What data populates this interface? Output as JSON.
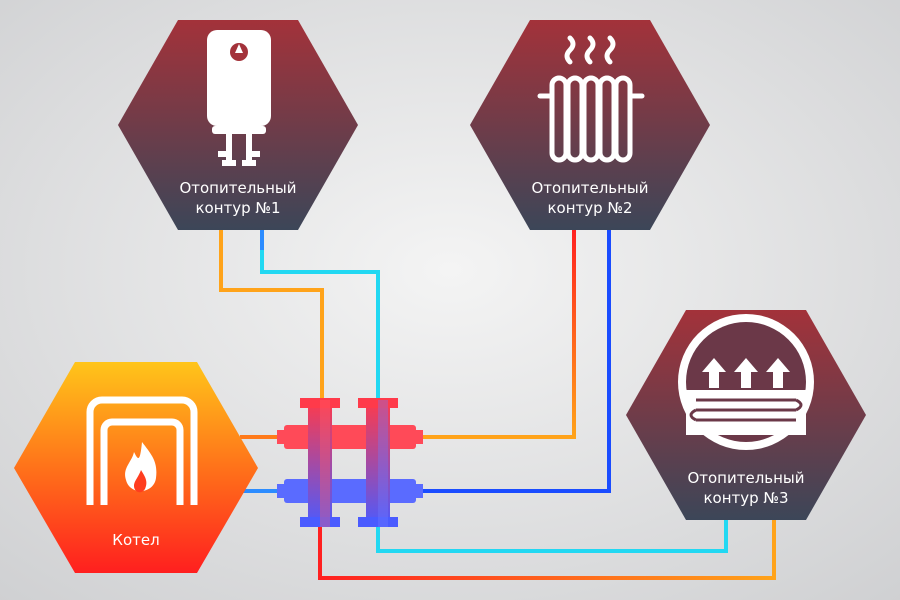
{
  "nodes": {
    "circuit1": {
      "line1": "Отопительный",
      "line2": "контур  №1",
      "icon": "water-heater-icon"
    },
    "circuit2": {
      "line1": "Отопительный",
      "line2": "контур  №2",
      "icon": "radiator-icon"
    },
    "circuit3": {
      "line1": "Отопительный",
      "line2": "контур  №3",
      "icon": "floor-heating-icon"
    },
    "boiler": {
      "label": "Котел",
      "icon": "boiler-flame-icon"
    }
  },
  "colors": {
    "hex_top": "#a3323a",
    "hex_bottom": "#3c4658",
    "boiler_top": "#ffc51a",
    "boiler_bottom": "#ff1f1f",
    "pipe_hot": "#ff2a2a",
    "pipe_warm": "#ffa31a",
    "pipe_cold": "#1a55ff",
    "pipe_cyan": "#22d8f2",
    "background": "#e6e6e6"
  }
}
